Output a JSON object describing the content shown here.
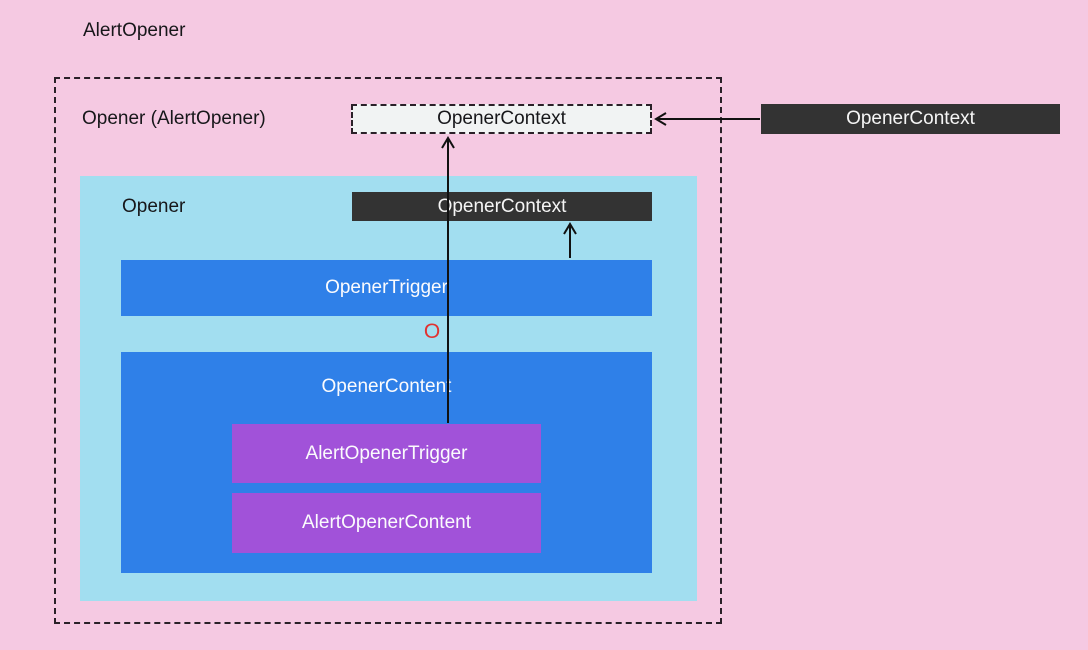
{
  "title": "AlertOpener",
  "frame": {
    "label": "Opener (AlertOpener)",
    "context_slot_label": "OpenerContext"
  },
  "external_context": {
    "label": "OpenerContext"
  },
  "opener": {
    "label": "Opener",
    "context_label": "OpenerContext",
    "trigger_label": "OpenerTrigger",
    "children_marker": "O",
    "content": {
      "label": "OpenerContent",
      "children": [
        {
          "label": "AlertOpenerTrigger"
        },
        {
          "label": "AlertOpenerContent"
        }
      ]
    }
  },
  "arrows": [
    {
      "from": "external-opener-context-box",
      "to": "opener-context-slot",
      "direction": "left"
    },
    {
      "from": "alert-opener-trigger-box",
      "to": "opener-context-slot",
      "direction": "up"
    },
    {
      "from": "opener-trigger-box",
      "to": "opener-context-chip",
      "direction": "up"
    }
  ],
  "colors": {
    "background_pink": "#f5c9e2",
    "opener_light_blue": "#a2def0",
    "box_blue": "#2f80e8",
    "box_purple": "#a152d9",
    "chip_dark": "#333333",
    "slot_light": "#f1f3f3",
    "marker_red": "#e13231",
    "ink": "#17171a"
  }
}
